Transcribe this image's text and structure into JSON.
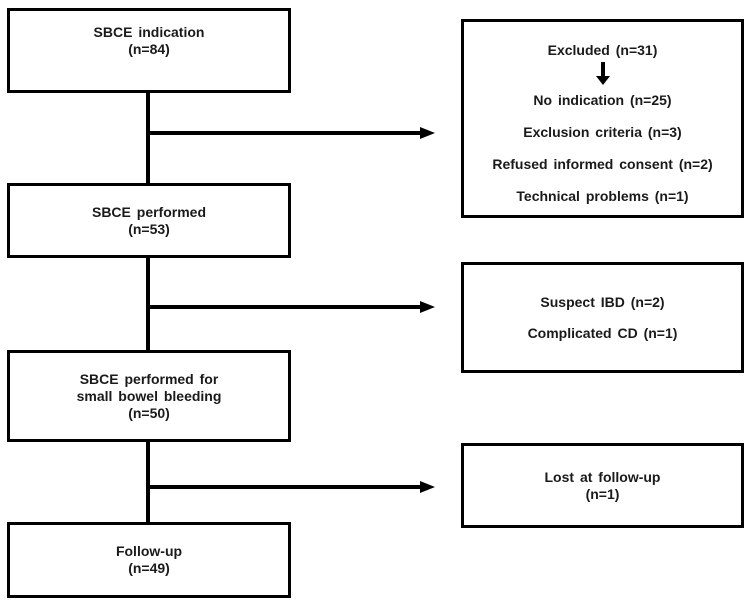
{
  "colors": {
    "background": "#ffffff",
    "stroke": "#000000",
    "text": "#1a1a1a"
  },
  "flowchart": {
    "main_path": [
      {
        "name": "sbce-indication",
        "line1": "SBCE indication",
        "line2": "(n=84)"
      },
      {
        "name": "sbce-performed",
        "line1": "SBCE performed",
        "line2": "(n=53)"
      },
      {
        "name": "sbce-performed-bleeding",
        "line1": "SBCE performed for",
        "line2": "small bowel bleeding",
        "line3": "(n=50)"
      },
      {
        "name": "follow-up",
        "line1": "Follow-up",
        "line2": "(n=49)"
      }
    ],
    "side_boxes": [
      {
        "name": "excluded",
        "header": "Excluded (n=31)",
        "items": [
          "No indication (n=25)",
          "Exclusion criteria (n=3)",
          "Refused informed consent (n=2)",
          "Technical problems (n=1)"
        ]
      },
      {
        "name": "other-diagnosis",
        "items": [
          "Suspect IBD (n=2)",
          "Complicated CD (n=1)"
        ]
      },
      {
        "name": "lost-at-follow-up",
        "line1": "Lost at follow-up",
        "line2": "(n=1)"
      }
    ]
  }
}
